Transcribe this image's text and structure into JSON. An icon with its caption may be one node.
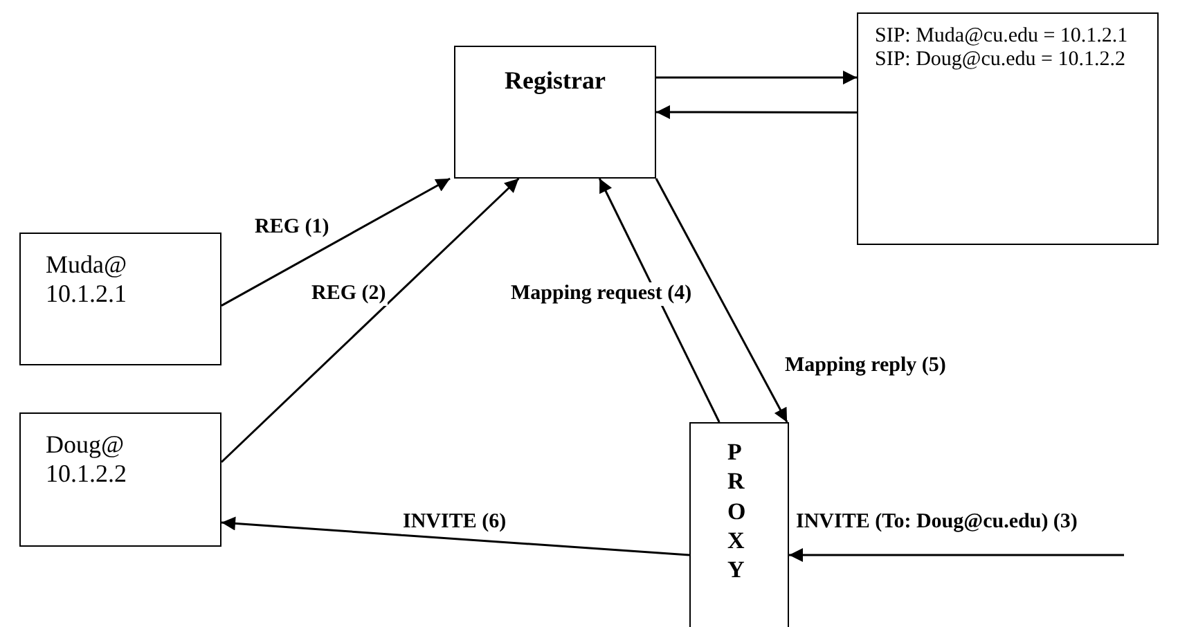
{
  "diagram": {
    "nodes": [
      {
        "text": [
          "Registrar"
        ]
      },
      {
        "text": [
          "SIP: Muda@cu.edu = 10.1.2.1",
          "SIP: Doug@cu.edu = 10.1.2.2"
        ]
      },
      {
        "text": [
          "Muda@ 10.1.2.1"
        ]
      },
      {
        "text": [
          "Doug@ 10.1.2.2"
        ]
      },
      {
        "text": [
          "PROXY"
        ]
      }
    ],
    "edges": [
      {
        "from": 0,
        "to": 1,
        "arrow": "to"
      },
      {
        "from": 1,
        "to": 0,
        "arrow": "to"
      },
      {
        "from": 2,
        "to": 0,
        "arrow": "to",
        "label": "REG (1)"
      },
      {
        "from": 3,
        "to": 0,
        "arrow": "to",
        "label": "REG (2)"
      },
      {
        "from": 4,
        "to": 0,
        "arrow": "to",
        "label": "Mapping request (4)"
      },
      {
        "from": 0,
        "to": 4,
        "arrow": "to",
        "label": "Mapping reply (5)"
      },
      {
        "from": null,
        "to": 4,
        "arrow": "to",
        "label": "INVITE (To: Doug@cu.edu) (3)"
      },
      {
        "from": 4,
        "to": 3,
        "arrow": "to",
        "label": "INVITE (6)"
      }
    ]
  }
}
